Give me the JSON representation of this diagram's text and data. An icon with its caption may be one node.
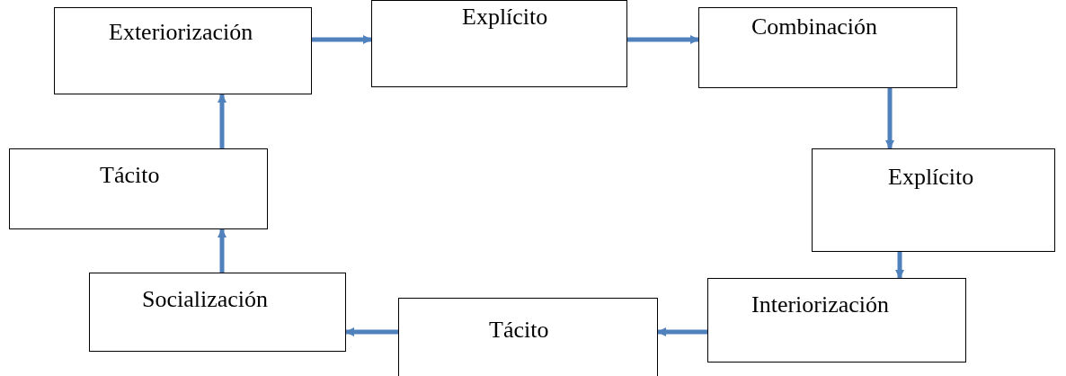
{
  "diagram": {
    "nodes": [
      {
        "text": [
          "Exteriorización"
        ]
      },
      {
        "text": [
          "Explícito"
        ]
      },
      {
        "text": [
          "Combinación"
        ]
      },
      {
        "text": [
          "Tácito"
        ]
      },
      {
        "text": [
          "Explícito"
        ]
      },
      {
        "text": [
          "Socialización"
        ]
      },
      {
        "text": [
          "Tácito"
        ]
      },
      {
        "text": [
          "Interiorización"
        ]
      }
    ],
    "edges": [
      {
        "from": 0,
        "to": 1,
        "arrow": "to"
      },
      {
        "from": 1,
        "to": 2,
        "arrow": "to"
      },
      {
        "from": 2,
        "to": 4,
        "arrow": "to"
      },
      {
        "from": 4,
        "to": 7,
        "arrow": "to"
      },
      {
        "from": 7,
        "to": 6,
        "arrow": "to"
      },
      {
        "from": 6,
        "to": 5,
        "arrow": "to"
      },
      {
        "from": 5,
        "to": 3,
        "arrow": "to"
      },
      {
        "from": 3,
        "to": 0,
        "arrow": "to"
      }
    ]
  }
}
